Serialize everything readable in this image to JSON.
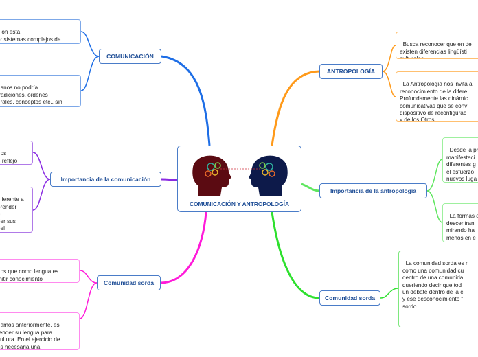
{
  "central": {
    "title": "COMUNICACIÓN Y ANTROPOLOGÍA",
    "image": "two-heads-profile-illustration"
  },
  "colors": {
    "comunicacion": "#1e6ee6",
    "importancia_com": "#8a2be2",
    "comunidad_left": "#ff1ad9",
    "antropologia": "#ff9a1a",
    "importancia_ant": "#5ee65e",
    "comunidad_right": "#2ee02e",
    "topic_border": "#4a7cc8",
    "topic_text": "#1f4e96"
  },
  "topics": {
    "comunicacion": "COMUNICACIÓN",
    "importancia_com": "Importancia de la comunicación",
    "comunidad_left": "Comunidad sorda",
    "antropologia": "ANTROPOLOGÍA",
    "importancia_ant": "Importancia de la antropología",
    "comunidad_right": "Comunidad sorda"
  },
  "notes": {
    "com1": "ión está\nor sistemas complejos de",
    "com2": "anos no podría\ntradiciones, órdenes\nurales, conceptos etc., sin\nomunicación.",
    "imp1": "os\nn reflejo",
    "imp2": "iferente a\nprender\ne\nder sus\ndel",
    "cs1": "os que como lengua es\nmitir conocimiento\ne la Cultura Sorda.",
    "cs2": "amos anteriormente, es\nrender su lengua para\ncultura. En el ejercicio de\nes necesaria una",
    "ant1": "Busca reconocer que en de\nexisten diferencias lingüísti\nculturales.",
    "ant2": "La Antropología nos invita a\nreconocimiento de la difere\nProfundamente las dinámic\ncomunicativas que se conv\ndispositivo de reconfigurac\ny de los Otros.",
    "ia1": "Desde la pr\nmanifestaci\ndiferentes g\nel esfuerzo \nnuevos luga\nrepresentac",
    "ia2": "La formas d\ndescentran\nmirando ha\nmenos en e\nnuestras pr",
    "cr1": "La comunidad sorda es r\ncomo una comunidad cu\ndentro de una comunida\nqueriendo decir que tod\nun debate dentro de la c\ny ese desconocimiento f\nsordo."
  }
}
